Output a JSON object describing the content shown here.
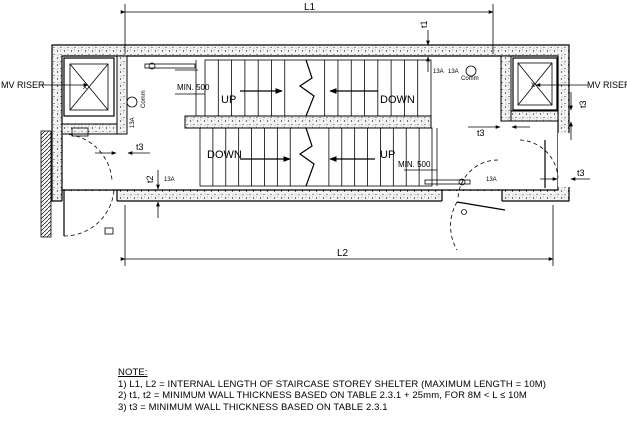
{
  "dimensions": {
    "l1": "L1",
    "l2": "L2",
    "t1": "t1",
    "t2": "t2",
    "t3_left": "t3",
    "t3_mid": "t3",
    "t3_right_vert": "t3",
    "t3_right": "t3"
  },
  "labels": {
    "mv_riser_left": "MV RISER",
    "mv_riser_right": "MV RISER",
    "up_top": "UP",
    "down_top": "DOWN",
    "down_bottom": "DOWN",
    "up_bottom": "UP",
    "min_500_top": "MIN. 500",
    "min_500_bottom": "MIN. 500",
    "socket_13a": "13A",
    "comm": "Comm"
  },
  "notes": {
    "heading": "NOTE:",
    "items": [
      "1) L1, L2 = INTERNAL LENGTH OF STAIRCASE STOREY SHELTER (MAXIMUM LENGTH = 10M)",
      "2) t1, t2 = MINIMUM WALL THICKNESS BASED ON TABLE 2.3.1 + 25mm, FOR 8M < L ≤ 10M",
      "3) t3 = MINIMUM WALL THICKNESS BASED ON TABLE 2.3.1"
    ]
  },
  "colors": {
    "line": "#000000",
    "background": "#ffffff",
    "wall_fill": "#f4f4f4"
  }
}
